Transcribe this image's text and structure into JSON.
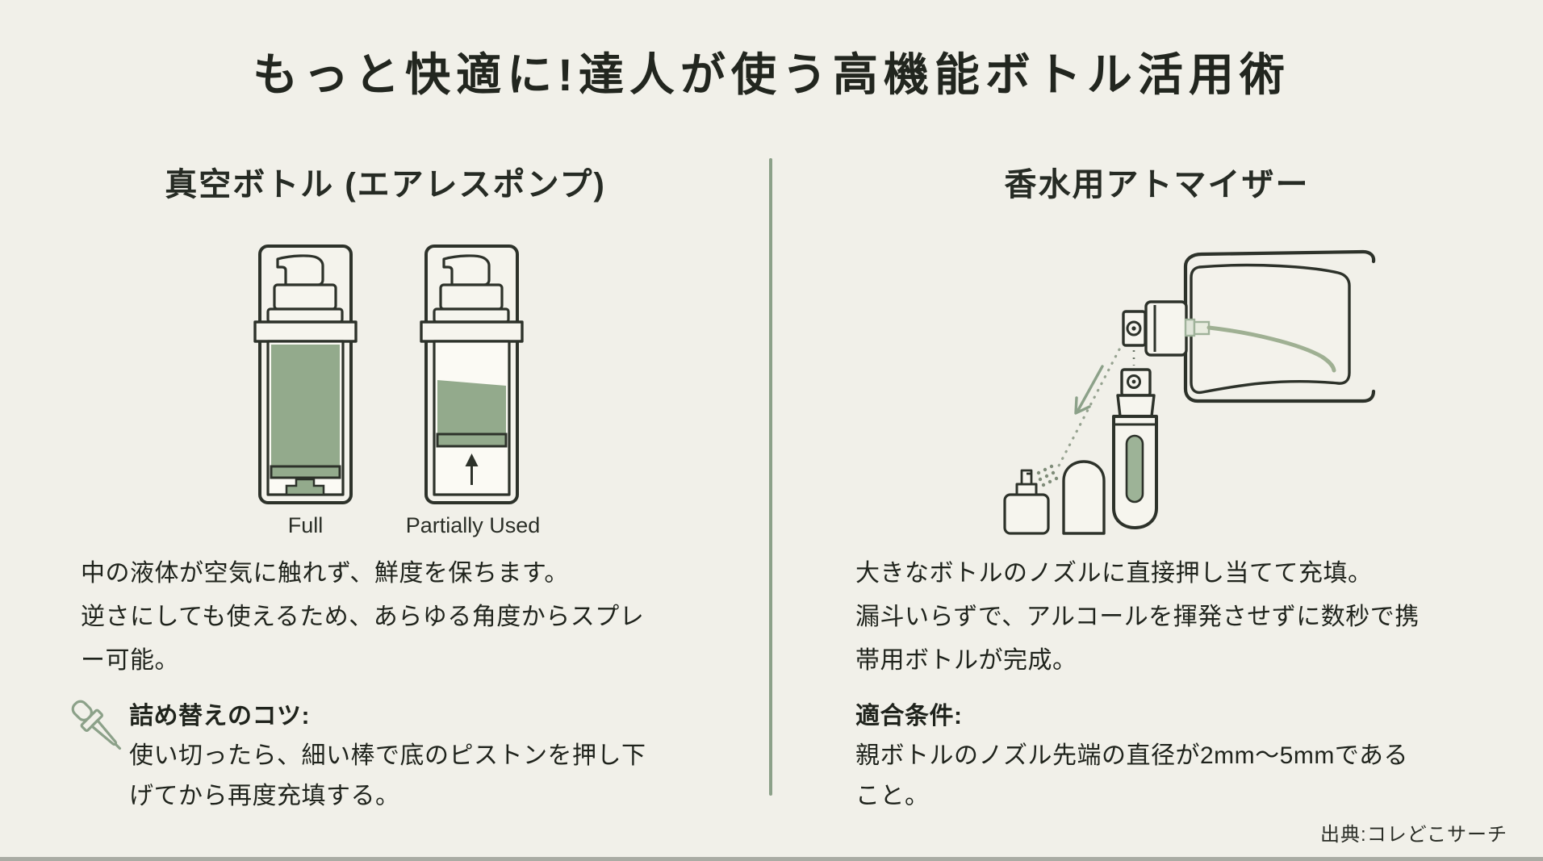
{
  "title": "もっと快適に!達人が使う高機能ボトル活用術",
  "sections": {
    "left": {
      "heading": "真空ボトル (エアレスポンプ)",
      "diagram_labels": {
        "full": "Full",
        "partially_used": "Partially Used"
      },
      "description": "中の液体が空気に触れず、鮮度を保ちます。\n逆さにしても使えるため、あらゆる角度からスプレ\nー可能。",
      "tip_title": "詰め替えのコツ:",
      "tip_body": "使い切ったら、細い棒で底のピストンを押し下\nげてから再度充填する。"
    },
    "right": {
      "heading": "香水用アトマイザー",
      "description": "大きなボトルのノズルに直接押し当てて充填。\n漏斗いらずで、アルコールを揮発させずに数秒で携\n帯用ボトルが完成。",
      "condition_title": "適合条件:",
      "condition_body": "親ボトルのノズル先端の直径が2mm〜5mmである\nこと。"
    }
  },
  "footer": {
    "source": "出典:コレどこサーチ"
  },
  "icons": {
    "tip": "dropper-icon",
    "piston_direction": "up-arrow-icon"
  },
  "colors": {
    "background": "#f1f0e9",
    "text": "#22261f",
    "accent_green": "#8ca189",
    "liquid_green": "#93aa8c",
    "outline_dark": "#2d322a"
  }
}
